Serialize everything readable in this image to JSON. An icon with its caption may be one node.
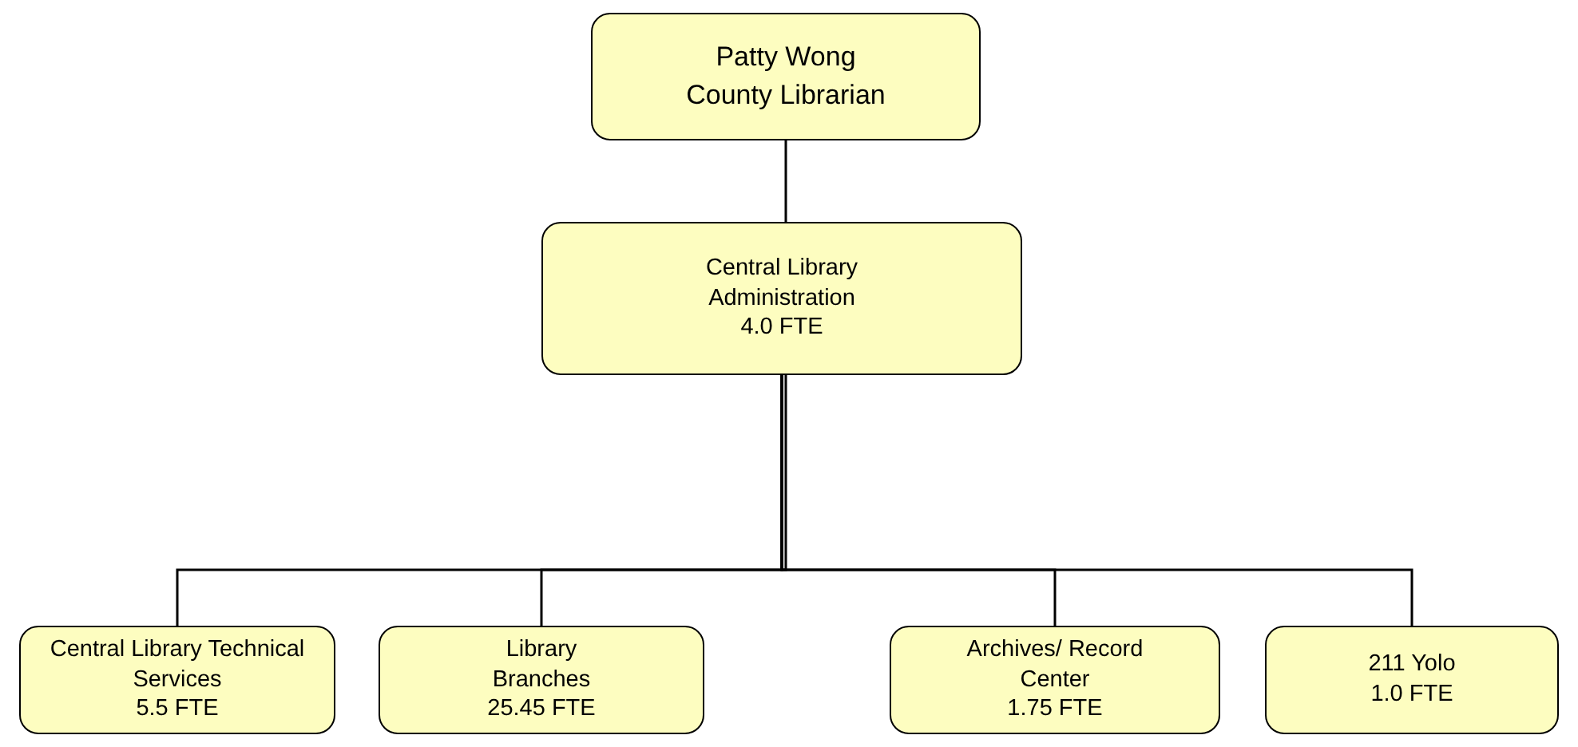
{
  "diagram": {
    "nodes": [
      {
        "text": [
          "Patty Wong",
          "County Librarian"
        ]
      },
      {
        "text": [
          "Central Library Administration",
          "4.0 FTE"
        ]
      },
      {
        "text": [
          "Central Library Technical Services",
          "5.5 FTE"
        ]
      },
      {
        "text": [
          "Library Branches",
          "25.45 FTE"
        ]
      },
      {
        "text": [
          "Archives/ Record Center",
          "1.75 FTE"
        ]
      },
      {
        "text": [
          "211 Yolo",
          "1.0 FTE"
        ]
      }
    ],
    "edges": [
      {
        "from": 0,
        "to": 1,
        "arrow": "none"
      },
      {
        "from": 1,
        "to": 2,
        "arrow": "none"
      },
      {
        "from": 1,
        "to": 3,
        "arrow": "none"
      },
      {
        "from": 1,
        "to": 4,
        "arrow": "none"
      },
      {
        "from": 1,
        "to": 5,
        "arrow": "none"
      }
    ]
  }
}
